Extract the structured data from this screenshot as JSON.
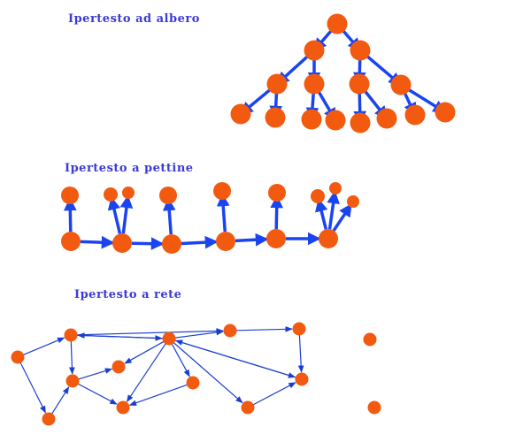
{
  "sections": {
    "tree": {
      "title": "Ipertesto ad albero"
    },
    "comb": {
      "title": "Ipertesto a pettine"
    },
    "net": {
      "title": "Ipertesto a rete"
    }
  },
  "colors": {
    "node": "#f25a0f",
    "edge_thick": "#1a44f0",
    "edge_thin": "#1a3fd0",
    "title": "#3b3bd6"
  }
}
